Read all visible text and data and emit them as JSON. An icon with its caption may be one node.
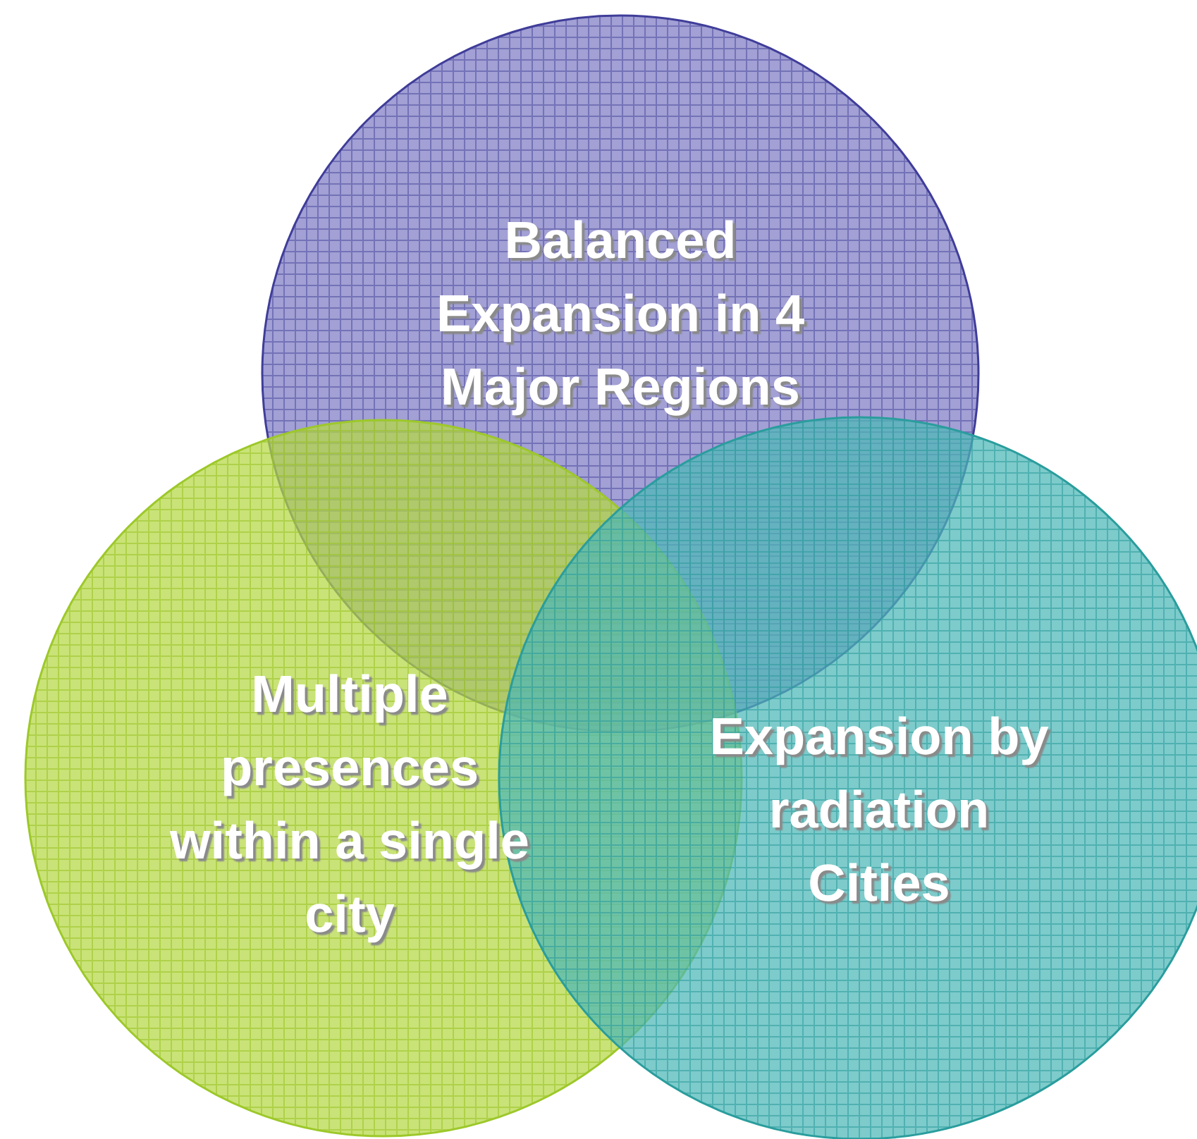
{
  "diagram": {
    "nodes": [
      {
        "text": [
          "Balanced Expansion in 4 Major Regions"
        ]
      },
      {
        "text": [
          "Multiple presences within a single city"
        ]
      },
      {
        "text": [
          "Expansion by radiation Cities"
        ]
      }
    ]
  }
}
